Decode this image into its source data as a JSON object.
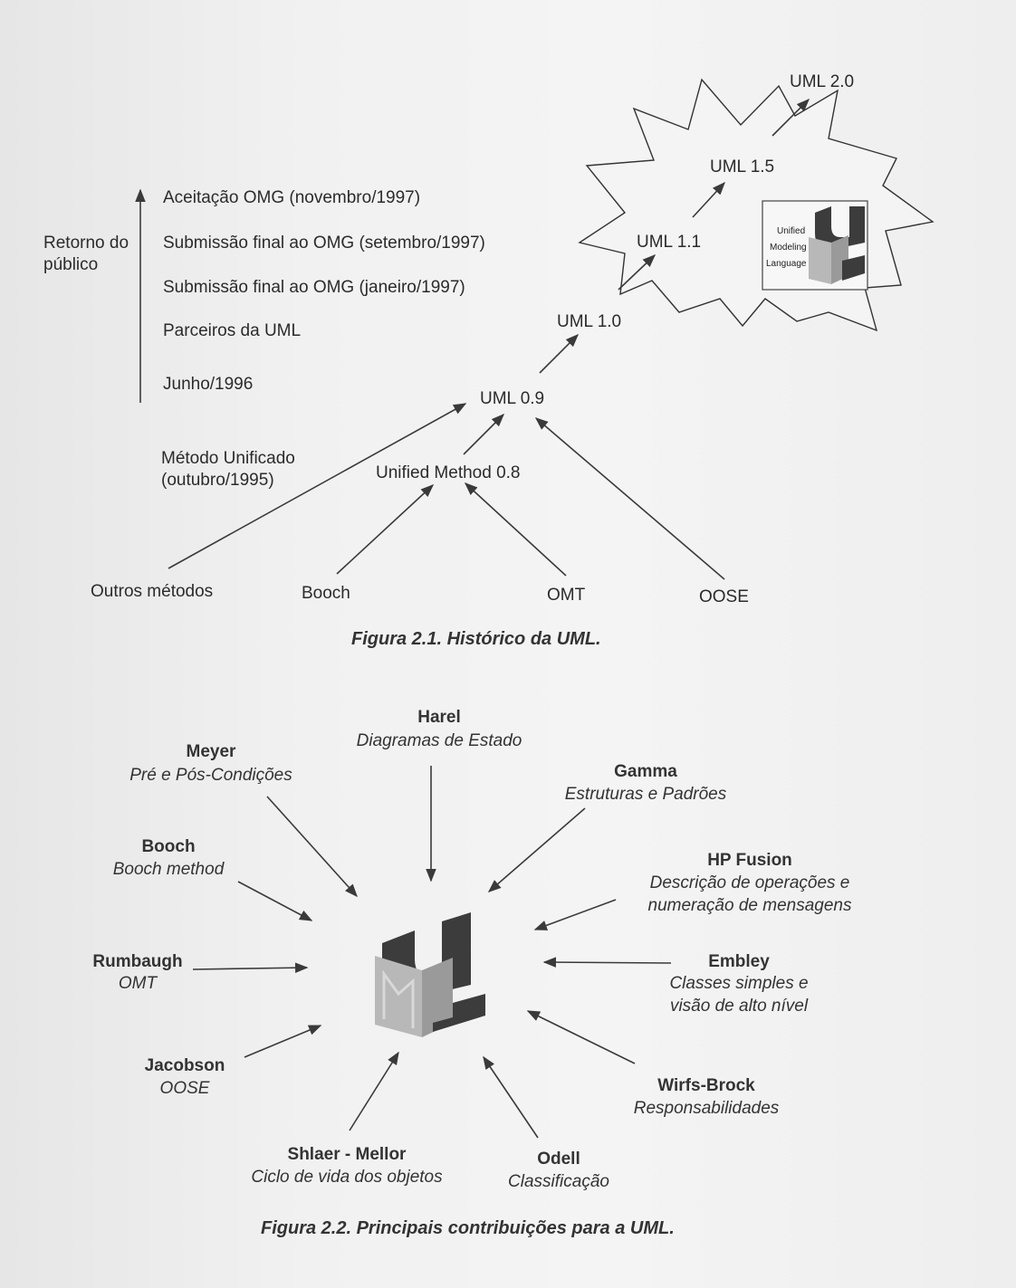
{
  "figure1": {
    "caption": "Figura 2.1. Histórico da UML.",
    "timeline_label": [
      "Retorno do",
      "público"
    ],
    "timeline_items": [
      "Aceitação OMG (novembro/1997)",
      "Submissão final ao OMG (setembro/1997)",
      "Submissão final ao OMG (janeiro/1997)",
      "Parceiros da UML",
      "Junho/1996"
    ],
    "unified_method_label": [
      "Método Unificado",
      "(outubro/1995)"
    ],
    "versions": [
      "UML 2.0",
      "UML 1.5",
      "UML 1.1",
      "UML 1.0",
      "UML 0.9"
    ],
    "unified_method_node": "Unified Method 0.8",
    "sources": [
      "Outros métodos",
      "Booch",
      "OMT",
      "OOSE"
    ],
    "logo_text": [
      "Unified",
      "Modeling",
      "Language"
    ]
  },
  "figure2": {
    "caption": "Figura 2.2. Principais contribuições para a UML.",
    "contributors": [
      {
        "name": "Harel",
        "desc": [
          "Diagramas de Estado"
        ]
      },
      {
        "name": "Meyer",
        "desc": [
          "Pré e Pós-Condições"
        ]
      },
      {
        "name": "Gamma",
        "desc": [
          "Estruturas e Padrões"
        ]
      },
      {
        "name": "Booch",
        "desc": [
          "Booch method"
        ]
      },
      {
        "name": "HP Fusion",
        "desc": [
          "Descrição de operações e",
          "numeração de mensagens"
        ]
      },
      {
        "name": "Rumbaugh",
        "desc": [
          "OMT"
        ]
      },
      {
        "name": "Embley",
        "desc": [
          "Classes simples e",
          "visão de alto nível"
        ]
      },
      {
        "name": "Jacobson",
        "desc": [
          "OOSE"
        ]
      },
      {
        "name": "Wirfs-Brock",
        "desc": [
          "Responsabilidades"
        ]
      },
      {
        "name": "Shlaer - Mellor",
        "desc": [
          "Ciclo de vida dos objetos"
        ]
      },
      {
        "name": "Odell",
        "desc": [
          "Classificação"
        ]
      }
    ]
  },
  "colors": {
    "paper": "#ededed",
    "ink": "#2b2b2b",
    "logo_dark": "#3c3c3c",
    "logo_light": "#b8b8b8"
  }
}
